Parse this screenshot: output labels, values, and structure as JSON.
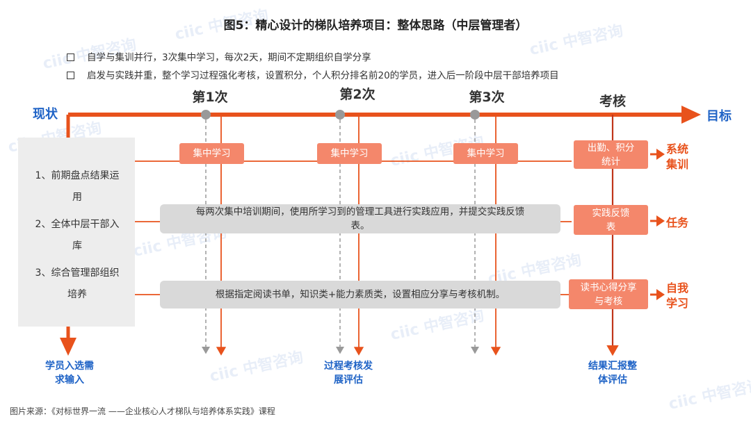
{
  "title": "图5：精心设计的梯队培养项目：整体思路（中层管理者）",
  "bullets": [
    "自学与集训并行，3次集中学习，每次2天，期间不定期组织自学分享",
    "启发与实践并重，整个学习过程强化考核，设置积分，个人积分排名前20的学员，进入后一阶段中层干部培养项目"
  ],
  "timeline": {
    "start_label": "现状",
    "end_label": "目标"
  },
  "rounds": [
    "第1次",
    "第2次",
    "第3次",
    "考核"
  ],
  "left_panel": [
    "1、前期盘点结果运用",
    "2、全体中层干部入库",
    "3、综合管理部组织培养"
  ],
  "center_boxes": {
    "session_label": "集中学习",
    "practice": "每两次集中培训期间，使用所学习到的管理工具进行实践应用，并提交实践反馈表。",
    "reading": "根据指定阅读书单，知识类+能力素质类，设置相应分享与考核机制。"
  },
  "assessment_boxes": [
    "出勤、积分统计",
    "实践反馈表",
    "读书心得分享与考核"
  ],
  "right_labels": [
    "系统集训",
    "任务",
    "自我学习"
  ],
  "bottom_labels": [
    "学员入选需求输入",
    "过程考核发展评估",
    "结果汇报整体评估"
  ],
  "watermark": "ciic 中智咨询",
  "source": "图片来源：《对标世界一流 ——企业核心人才梯队与培养体系实践》课程",
  "colors": {
    "orange": "#f4876b",
    "arrow": "#e8521c",
    "blue": "#1f63c6",
    "gray_box": "#d9d9d9",
    "panel": "#ededed"
  }
}
